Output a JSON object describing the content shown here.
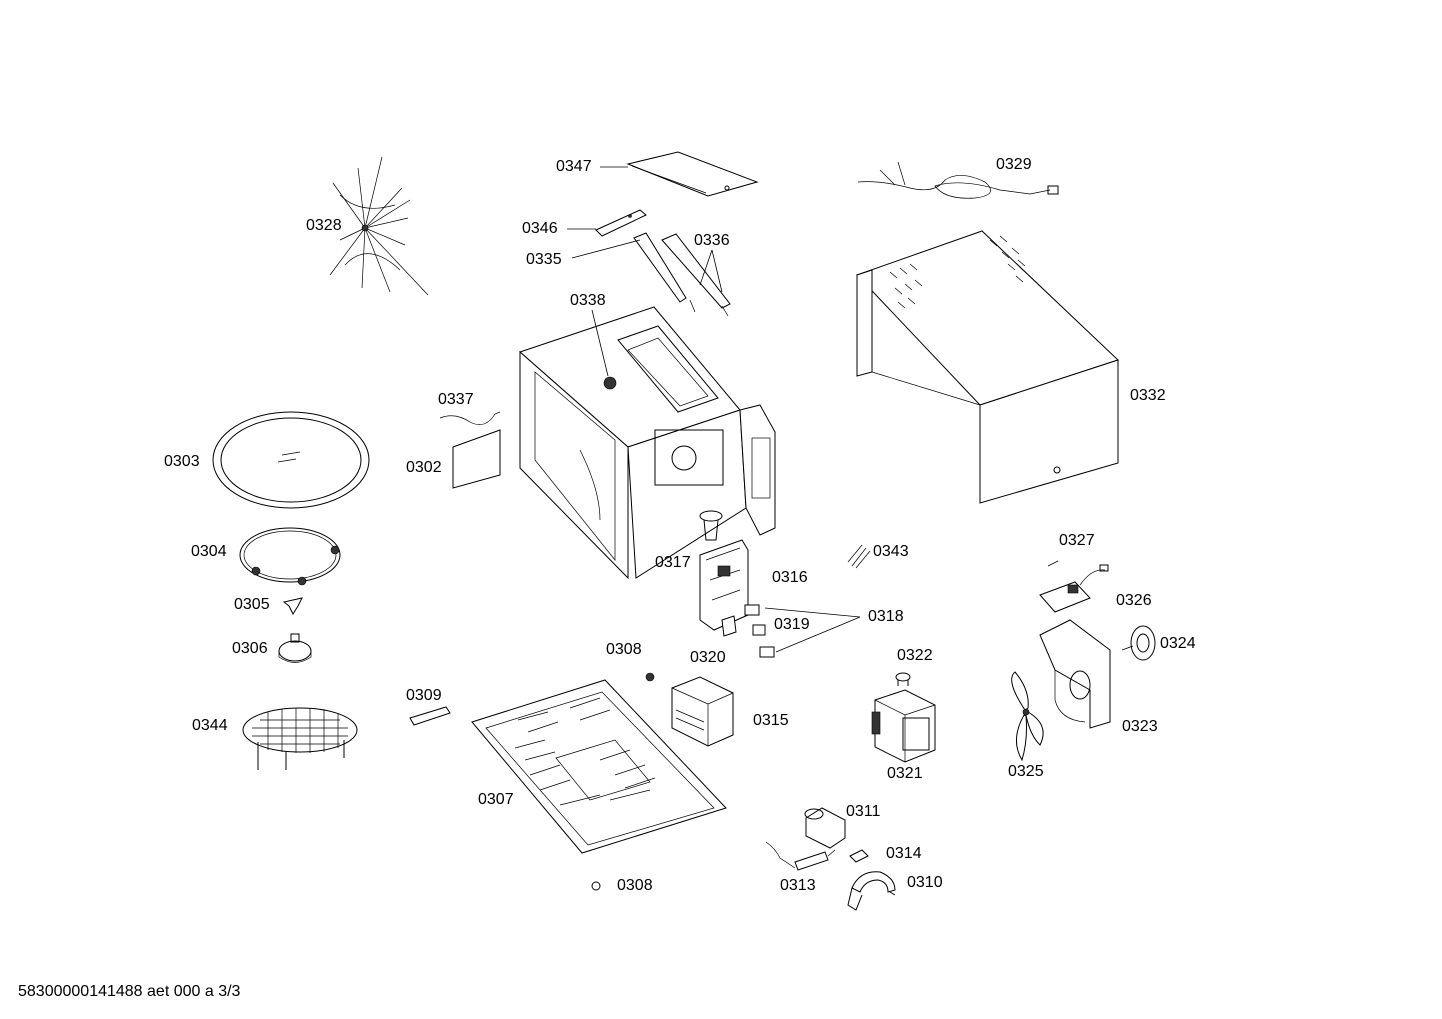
{
  "labels": {
    "p0303": "0303",
    "p0304": "0304",
    "p0305": "0305",
    "p0306": "0306",
    "p0344": "0344",
    "p0302": "0302",
    "p0337": "0337",
    "p0328": "0328",
    "p0347": "0347",
    "p0346": "0346",
    "p0335": "0335",
    "p0336": "0336",
    "p0338": "0338",
    "p0329": "0329",
    "p0332": "0332",
    "p0317": "0317",
    "p0316": "0316",
    "p0343": "0343",
    "p0318": "0318",
    "p0319": "0319",
    "p0320": "0320",
    "p0327": "0327",
    "p0326": "0326",
    "p0324": "0324",
    "p0322": "0322",
    "p0321": "0321",
    "p0323": "0323",
    "p0325": "0325",
    "p0308a": "0308",
    "p0309": "0309",
    "p0315": "0315",
    "p0307": "0307",
    "p0311": "0311",
    "p0314": "0314",
    "p0313": "0313",
    "p0310": "0310",
    "p0308b": "0308"
  },
  "footer": "58300000141488 aet 000 a 3/3"
}
